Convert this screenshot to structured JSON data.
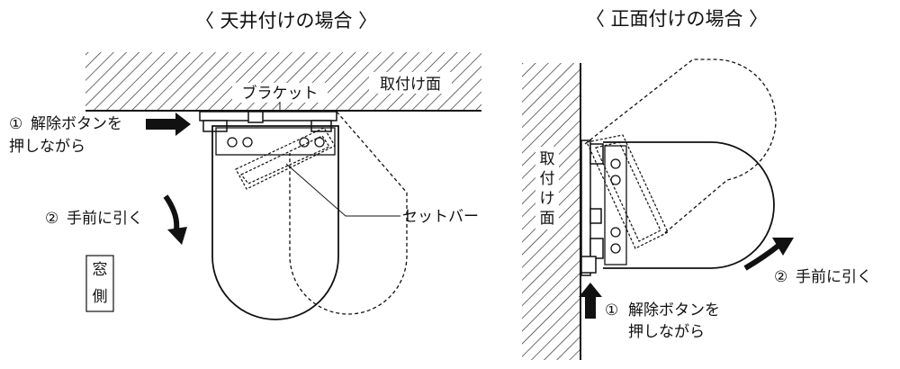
{
  "left_panel": {
    "title": "〈 天井付けの場合 〉",
    "surface_label": "取付け面",
    "bracket_label": "ブラケット",
    "step1": {
      "num": "①",
      "line1": "解除ボタンを",
      "line2": "押しながら"
    },
    "step2": {
      "num": "②",
      "line1": "手前に引く"
    },
    "set_bar_label": "セットバー",
    "window_side_label": [
      "窓",
      "側"
    ]
  },
  "right_panel": {
    "title": "〈 正面付けの場合 〉",
    "surface_label": [
      "取",
      "付",
      "け",
      "面"
    ],
    "step1": {
      "num": "①",
      "line1": "解除ボタンを",
      "line2": "押しながら"
    },
    "step2": {
      "num": "②",
      "line1": "手前に引く"
    }
  }
}
